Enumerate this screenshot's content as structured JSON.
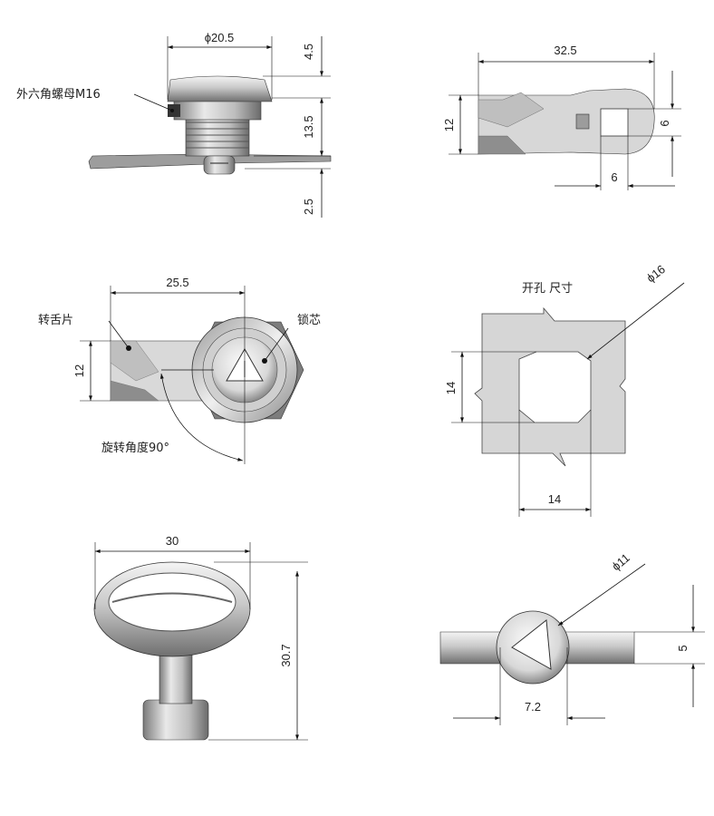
{
  "view_top_left": {
    "dim_diameter": "ϕ20.5",
    "dim_head_height": "4.5",
    "dim_body_height": "13.5",
    "dim_bottom": "2.5",
    "label_nut": "外六角螺母M16"
  },
  "view_top_right": {
    "dim_length": "32.5",
    "dim_height": "12",
    "dim_square_v": "6",
    "dim_square_h": "6"
  },
  "view_mid_left": {
    "dim_width": "25.5",
    "dim_height": "12",
    "label_tongue": "转舌片",
    "label_core": "锁芯",
    "label_rotation": "旋转角度90°"
  },
  "view_mid_right": {
    "title": "开孔 尺寸",
    "dim_diameter": "ϕ16",
    "dim_height": "14",
    "dim_width": "14"
  },
  "view_bottom_left": {
    "dim_width": "30",
    "dim_height": "30.7"
  },
  "view_bottom_right": {
    "dim_diameter": "ϕ11",
    "dim_height": "5",
    "dim_width": "7.2"
  }
}
